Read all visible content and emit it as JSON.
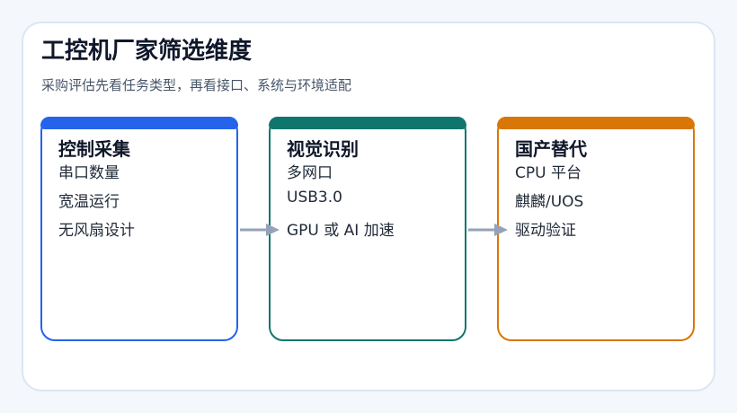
{
  "header": {
    "title": "工控机厂家筛选维度",
    "subtitle": "采购评估先看任务类型，再看接口、系统与环境适配"
  },
  "colors": {
    "category_1": "#2563eb",
    "category_2": "#0f766e",
    "category_3": "#d97706",
    "arrow": "#94a3b8"
  },
  "categories": [
    {
      "title": "控制采集",
      "items": [
        "串口数量",
        "宽温运行",
        "无风扇设计"
      ]
    },
    {
      "title": "视觉识别",
      "items": [
        "多网口",
        "USB3.0",
        "GPU 或 AI 加速"
      ]
    },
    {
      "title": "国产替代",
      "items": [
        "CPU 平台",
        "麒麟/UOS",
        "驱动验证"
      ]
    }
  ]
}
